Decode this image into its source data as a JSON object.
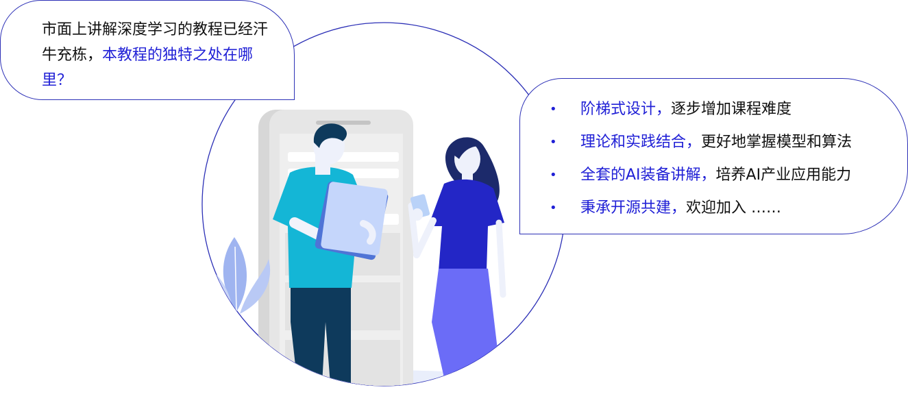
{
  "question": {
    "plain": "市面上讲解深度学习的教程已经汗牛充栋，",
    "highlight": "本教程的独特之处在哪里？"
  },
  "features": [
    {
      "highlight": "阶梯式设计，",
      "plain": "逐步增加课程难度"
    },
    {
      "highlight": "理论和实践结合，",
      "plain": "更好地掌握模型和算法"
    },
    {
      "highlight": "全套的AI装备讲解，",
      "plain": "培养AI产业应用能力"
    },
    {
      "highlight": "秉承开源共建，",
      "plain": "欢迎加入 ……"
    }
  ],
  "bullet": "•",
  "colors": {
    "accent": "#2020d6",
    "outline": "#2b2fb6",
    "man_shirt": "#14b6d6",
    "man_pants": "#0e3a5c",
    "woman_top": "#2326c6",
    "woman_pants": "#6b6cf7",
    "phone_frame": "#d9d9d9",
    "plant": "#9fb4f0"
  },
  "icons": {
    "illustration": "two-people-with-phone-illustration",
    "plant": "leaf-plant-icon",
    "phone": "smartphone-icon",
    "tablet": "tablet-icon"
  }
}
